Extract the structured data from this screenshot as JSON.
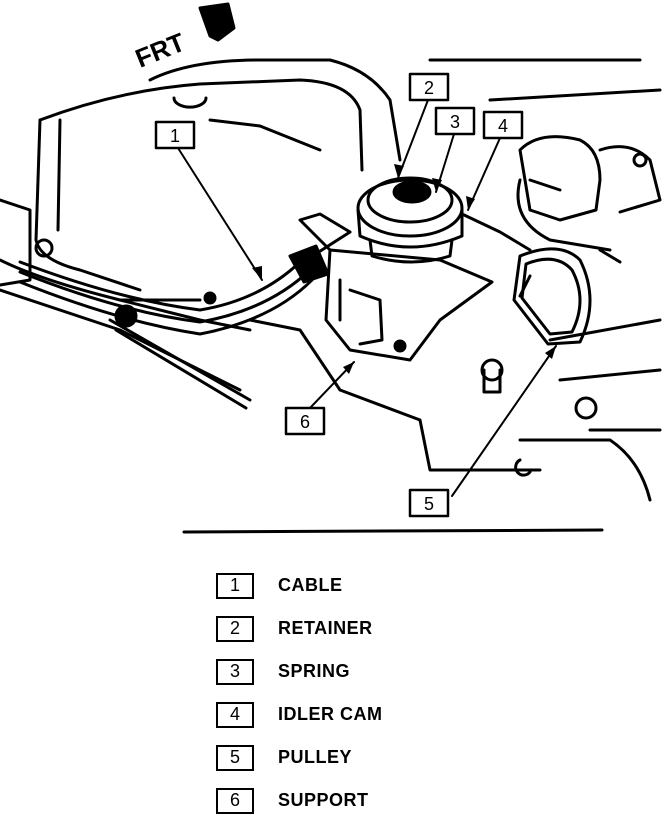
{
  "orientation_label": "FRT",
  "callouts": [
    "1",
    "2",
    "3",
    "4",
    "5",
    "6"
  ],
  "legend": [
    {
      "number": "1",
      "label": "CABLE"
    },
    {
      "number": "2",
      "label": "RETAINER"
    },
    {
      "number": "3",
      "label": "SPRING"
    },
    {
      "number": "4",
      "label": "IDLER CAM"
    },
    {
      "number": "5",
      "label": "PULLEY"
    },
    {
      "number": "6",
      "label": "SUPPORT"
    }
  ]
}
